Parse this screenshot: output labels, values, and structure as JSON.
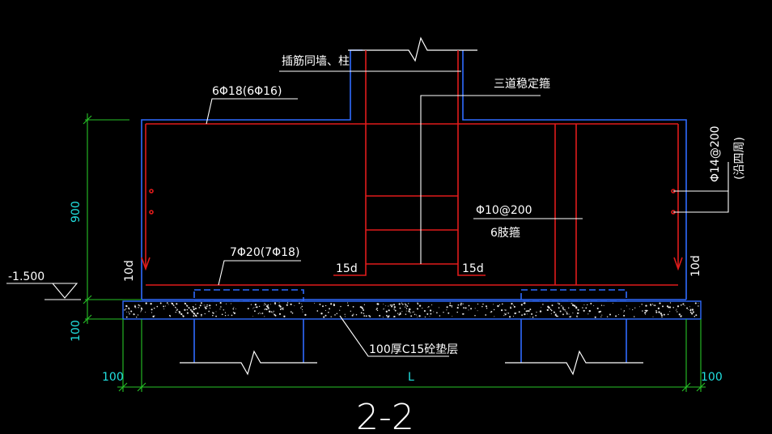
{
  "drawing": {
    "section_title": "2-2",
    "labels": {
      "dowel": "插筋同墙、柱",
      "top_bars": "6Φ18(6Φ16)",
      "stirrups_three": "三道稳定箍",
      "side_bars_1": "Φ14@200",
      "side_bars_2": "(沿四周)",
      "stirrup_main": "Φ10@200",
      "stirrup_legs": "6肢箍",
      "bottom_bars": "7Φ20(7Φ18)",
      "hook_left": "15d",
      "hook_right": "15d",
      "anchor_left": "10d",
      "anchor_right": "10d",
      "bedding": "100厚C15砼垫层",
      "elevation": "-1.500",
      "height_dim": "900",
      "bed_dim": "100",
      "edge_left": "100",
      "edge_right": "100",
      "length_dim": "L"
    },
    "colors": {
      "background": "#000000",
      "concrete": "#2f6bff",
      "rebar": "#e01b1b",
      "dimension": "#21e0e0",
      "text": "#ffffff",
      "dimline": "#27c427"
    }
  }
}
